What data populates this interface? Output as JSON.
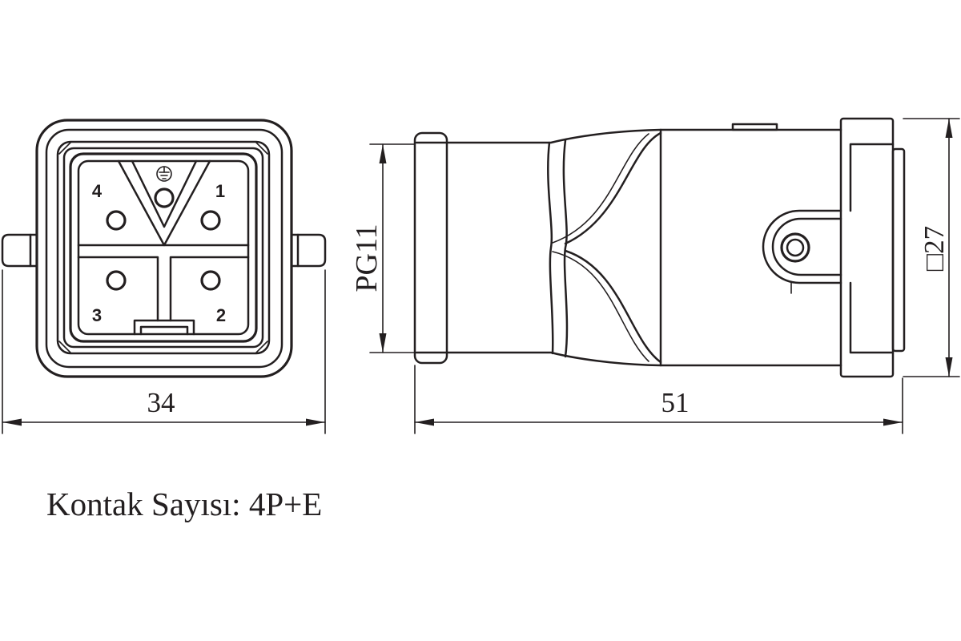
{
  "front_view": {
    "pin_labels": [
      "4",
      "1",
      "3",
      "2"
    ],
    "width_dimension": "34"
  },
  "side_view": {
    "length_dimension": "51",
    "thread_size": "PG11",
    "flange_size": "□27"
  },
  "caption": "Kontak Sayısı: 4P+E",
  "icons": {
    "earth_symbol": "earth-ground-icon",
    "dimension_arrow": "arrowhead-icon"
  },
  "colors": {
    "line": "#231f20",
    "background": "#ffffff"
  }
}
